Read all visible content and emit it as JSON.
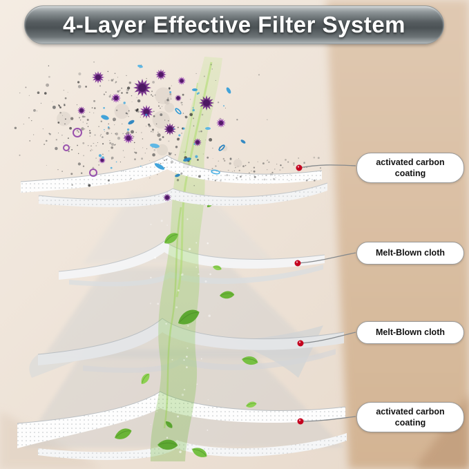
{
  "title": "4-Layer Effective Filter System",
  "callouts": [
    {
      "id": "layer-1",
      "label": "activated carbon coating",
      "lines": [
        "activated carbon",
        "coating"
      ]
    },
    {
      "id": "layer-2",
      "label": "Melt-Blown cloth",
      "lines": [
        "Melt-Blown cloth"
      ]
    },
    {
      "id": "layer-3",
      "label": "Melt-Blown cloth",
      "lines": [
        "Melt-Blown cloth"
      ]
    },
    {
      "id": "layer-4",
      "label": "activated carbon coating",
      "lines": [
        "activated carbon",
        "coating"
      ]
    }
  ],
  "colors": {
    "background": "#efe5da",
    "wall": "#dcc2ab",
    "banner_dark": "#53595c",
    "banner_light": "#c2c7c9",
    "text": "#ffffff",
    "label_text": "#111111",
    "pointer_dot": "#c4001e",
    "flow_green": "#7cc63f",
    "virus_purple": "#7d2f96",
    "bacteria_blue": "#2f9bd8"
  }
}
